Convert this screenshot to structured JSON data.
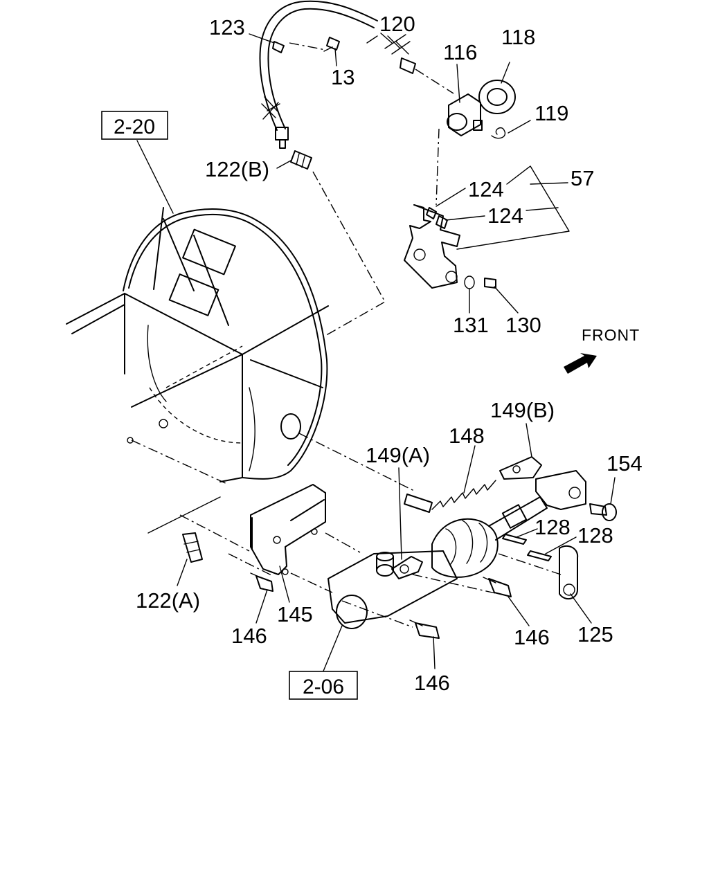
{
  "references": {
    "r220": "2-20",
    "r206": "2-06"
  },
  "direction_label": "FRONT",
  "direction_icon": "arrow-front-icon",
  "parts": {
    "p123": "123",
    "p120": "120",
    "p13": "13",
    "p116": "116",
    "p118": "118",
    "p119": "119",
    "p122b": "122(B)",
    "p124a": "124",
    "p124b": "124",
    "p57": "57",
    "p131": "131",
    "p130": "130",
    "p149b": "149(B)",
    "p148": "148",
    "p149a": "149(A)",
    "p154": "154",
    "p128a": "128",
    "p128b": "128",
    "p122a": "122(A)",
    "p146a": "146",
    "p145": "145",
    "p146b": "146",
    "p125": "125",
    "p146c": "146"
  }
}
